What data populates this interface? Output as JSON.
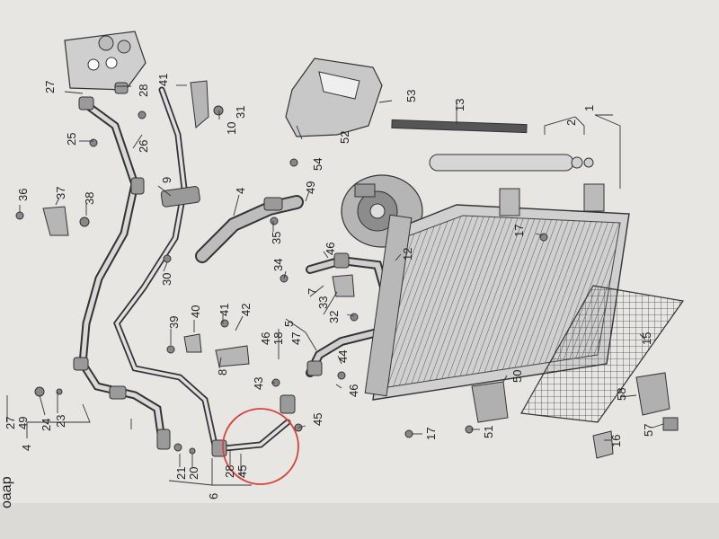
{
  "diagram": {
    "subject": "air-conditioning refrigerant circuit exploded parts diagram",
    "colors": {
      "paper": "#e8e6e3",
      "paper_shadow": "#c9c8c6",
      "background": "#a7a8aa",
      "ink": "#2a2a2a",
      "part_fill": "#b9b9b9",
      "part_dark": "#6a6a6a",
      "annotation_circle": "#d8413a"
    },
    "edge_text": "oaap",
    "callouts": [
      "27",
      "28",
      "41",
      "53",
      "13",
      "2",
      "1",
      "25",
      "26",
      "10",
      "31",
      "52",
      "54",
      "36",
      "37",
      "38",
      "9",
      "4",
      "49",
      "35",
      "30",
      "12",
      "17",
      "34",
      "46",
      "7",
      "33",
      "32",
      "39",
      "40",
      "41",
      "42",
      "46",
      "18",
      "47",
      "5",
      "8",
      "43",
      "44",
      "46",
      "50",
      "15",
      "58",
      "16",
      "57",
      "17",
      "51",
      "45",
      "21",
      "20",
      "28",
      "45",
      "6",
      "27",
      "49",
      "23",
      "24",
      "4"
    ]
  }
}
